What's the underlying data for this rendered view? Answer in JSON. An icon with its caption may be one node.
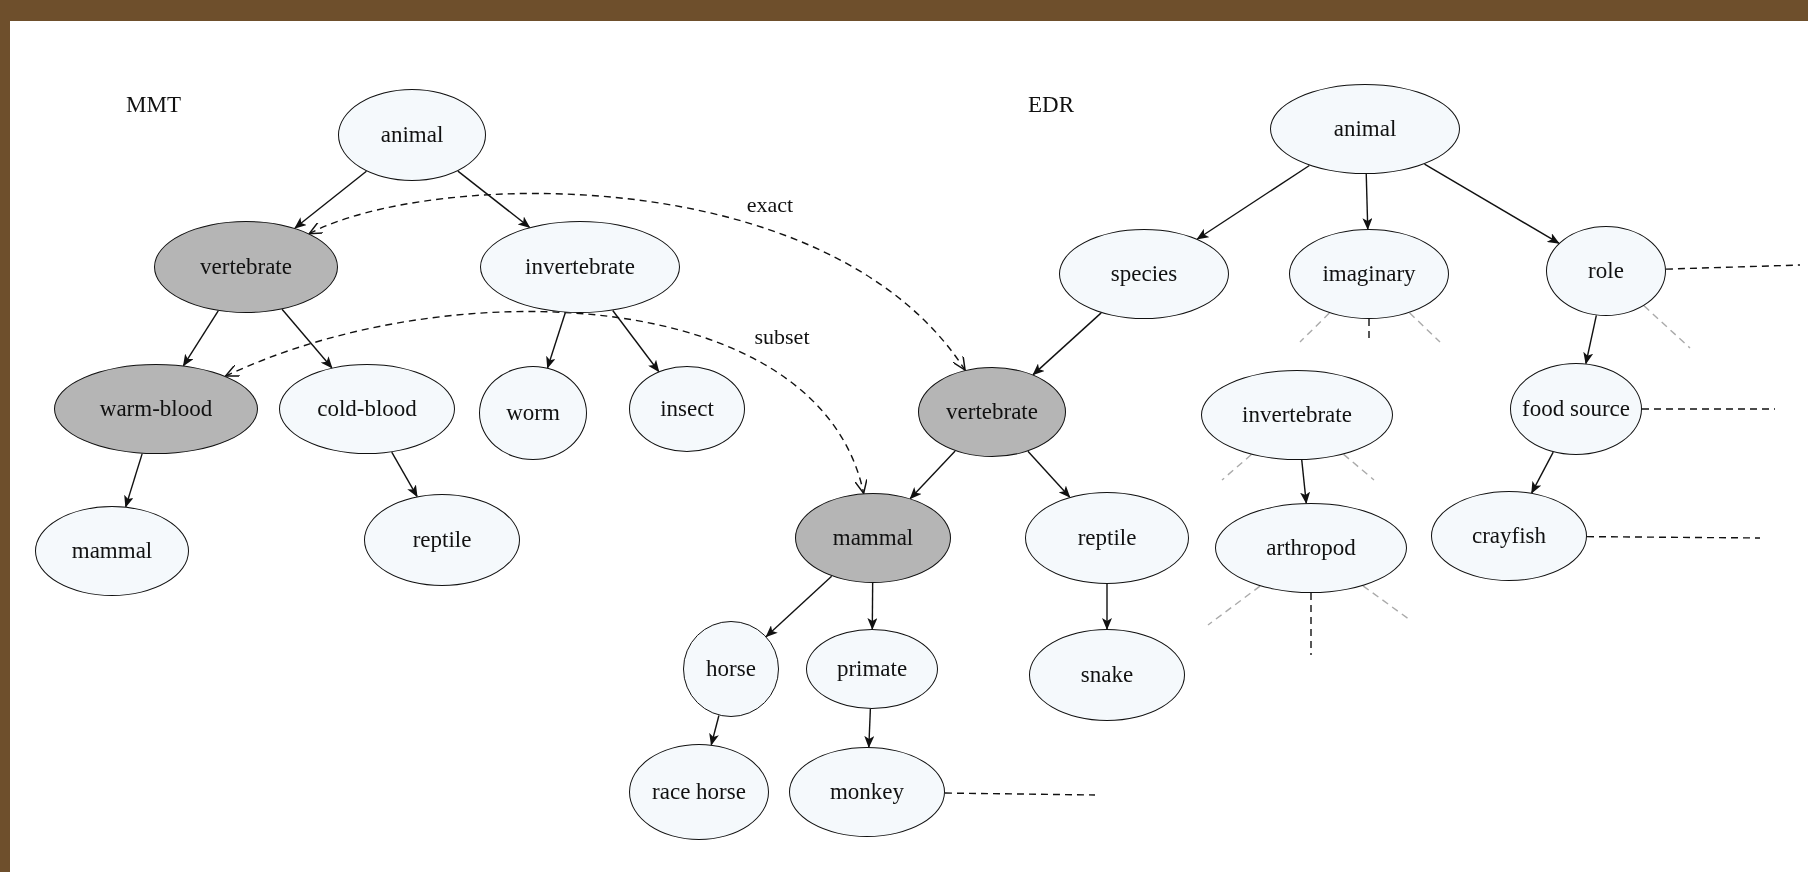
{
  "diagram": {
    "nodes": [
      {
        "text": [
          "animal"
        ]
      },
      {
        "text": [
          "vertebrate"
        ]
      },
      {
        "text": [
          "invertebrate"
        ]
      },
      {
        "text": [
          "warm-blood"
        ]
      },
      {
        "text": [
          "cold-blood"
        ]
      },
      {
        "text": [
          "worm"
        ]
      },
      {
        "text": [
          "insect"
        ]
      },
      {
        "text": [
          "mammal"
        ]
      },
      {
        "text": [
          "reptile"
        ]
      },
      {
        "text": [
          "animal"
        ]
      },
      {
        "text": [
          "species"
        ]
      },
      {
        "text": [
          "imaginary"
        ]
      },
      {
        "text": [
          "role"
        ]
      },
      {
        "text": [
          "vertebrate"
        ]
      },
      {
        "text": [
          "invertebrate"
        ]
      },
      {
        "text": [
          "food source"
        ]
      },
      {
        "text": [
          "mammal"
        ]
      },
      {
        "text": [
          "reptile"
        ]
      },
      {
        "text": [
          "arthropod"
        ]
      },
      {
        "text": [
          "crayfish"
        ]
      },
      {
        "text": [
          "horse"
        ]
      },
      {
        "text": [
          "primate"
        ]
      },
      {
        "text": [
          "snake"
        ]
      },
      {
        "text": [
          "race horse"
        ]
      },
      {
        "text": [
          "monkey"
        ]
      }
    ],
    "edges": [
      {
        "from": 0,
        "to": 1,
        "arrow": "to"
      },
      {
        "from": 0,
        "to": 2,
        "arrow": "to"
      },
      {
        "from": 1,
        "to": 3,
        "arrow": "to"
      },
      {
        "from": 1,
        "to": 4,
        "arrow": "to"
      },
      {
        "from": 2,
        "to": 5,
        "arrow": "to"
      },
      {
        "from": 2,
        "to": 6,
        "arrow": "to"
      },
      {
        "from": 3,
        "to": 7,
        "arrow": "to"
      },
      {
        "from": 4,
        "to": 8,
        "arrow": "to"
      },
      {
        "from": 9,
        "to": 10,
        "arrow": "to"
      },
      {
        "from": 9,
        "to": 11,
        "arrow": "to"
      },
      {
        "from": 9,
        "to": 12,
        "arrow": "to"
      },
      {
        "from": 10,
        "to": 13,
        "arrow": "to"
      },
      {
        "from": 12,
        "to": 15,
        "arrow": "to"
      },
      {
        "from": 15,
        "to": 19,
        "arrow": "to"
      },
      {
        "from": 13,
        "to": 16,
        "arrow": "to"
      },
      {
        "from": 13,
        "to": 17,
        "arrow": "to"
      },
      {
        "from": 14,
        "to": 18,
        "arrow": "to"
      },
      {
        "from": 16,
        "to": 20,
        "arrow": "to"
      },
      {
        "from": 16,
        "to": 21,
        "arrow": "to"
      },
      {
        "from": 20,
        "to": 23,
        "arrow": "to"
      },
      {
        "from": 21,
        "to": 24,
        "arrow": "to"
      },
      {
        "from": 17,
        "to": 22,
        "arrow": "to"
      },
      {
        "from": 1,
        "to": 13,
        "arrow": "both",
        "style": "dashed",
        "label": "exact"
      },
      {
        "from": 3,
        "to": 16,
        "arrow": "both",
        "style": "dashed",
        "label": "subset"
      },
      {
        "from": 11,
        "to": null,
        "arrow": "none",
        "style": "dashed",
        "color": "#aaaaaa"
      },
      {
        "from": 11,
        "to": null,
        "arrow": "none",
        "style": "dashed"
      },
      {
        "from": 11,
        "to": null,
        "arrow": "none",
        "style": "dashed",
        "color": "#aaaaaa"
      },
      {
        "from": 12,
        "to": null,
        "arrow": "none",
        "style": "dashed"
      },
      {
        "from": 12,
        "to": null,
        "arrow": "none",
        "style": "dashed",
        "color": "#aaaaaa"
      },
      {
        "from": 15,
        "to": null,
        "arrow": "none",
        "style": "dashed"
      },
      {
        "from": 19,
        "to": null,
        "arrow": "none",
        "style": "dashed"
      },
      {
        "from": 24,
        "to": null,
        "arrow": "none",
        "style": "dashed"
      },
      {
        "from": 14,
        "to": null,
        "arrow": "none",
        "style": "dashed",
        "color": "#aaaaaa"
      },
      {
        "from": 14,
        "to": null,
        "arrow": "none",
        "style": "dashed",
        "color": "#aaaaaa"
      },
      {
        "from": 18,
        "to": null,
        "arrow": "none",
        "style": "dashed",
        "color": "#aaaaaa"
      },
      {
        "from": 18,
        "to": null,
        "arrow": "none",
        "style": "dashed"
      },
      {
        "from": 18,
        "to": null,
        "arrow": "none",
        "style": "dashed",
        "color": "#aaaaaa"
      }
    ],
    "labels": [
      "MMT",
      "EDR"
    ]
  }
}
